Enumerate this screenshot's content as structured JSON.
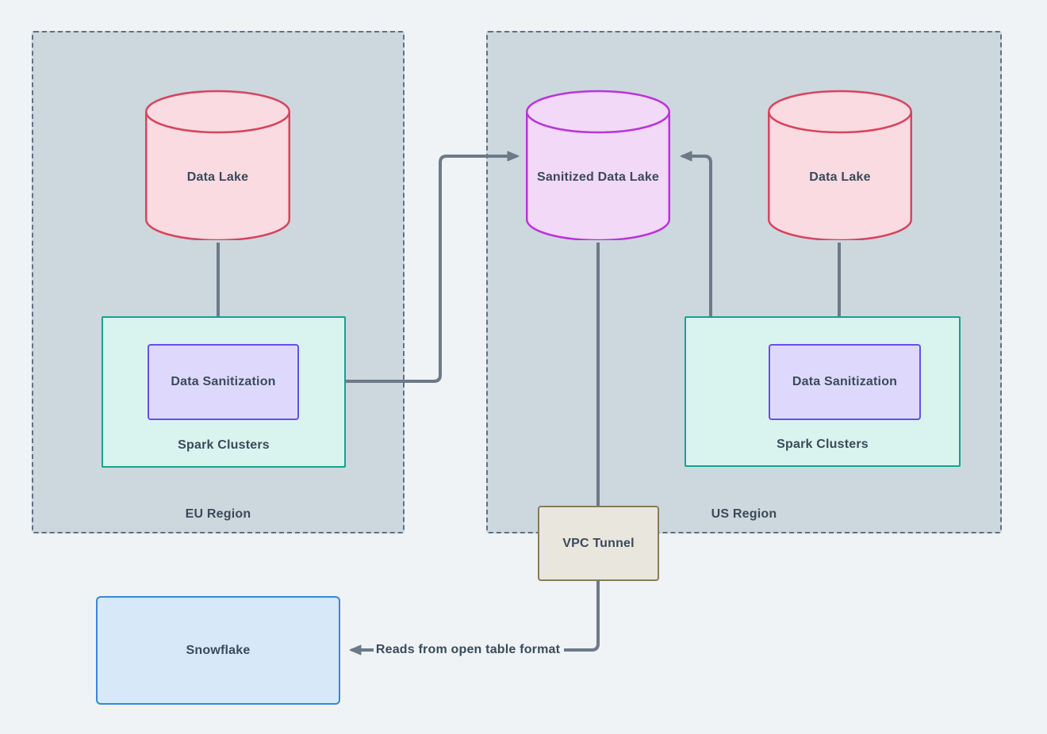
{
  "regions": {
    "eu": {
      "label": "EU Region"
    },
    "us": {
      "label": "US Region"
    }
  },
  "nodes": {
    "eu_data_lake": "Data Lake",
    "eu_data_sanitization": "Data Sanitization",
    "eu_spark_clusters": "Spark Clusters",
    "sanitized_data_lake": "Sanitized Data Lake",
    "us_data_lake": "Data Lake",
    "us_data_sanitization": "Data Sanitization",
    "us_spark_clusters": "Spark Clusters",
    "vpc_tunnel": "VPC Tunnel",
    "snowflake": "Snowflake"
  },
  "edges": {
    "reads_label": "Reads from open table format",
    "connections": [
      {
        "from": "eu_data_lake",
        "to": "eu_data_sanitization"
      },
      {
        "from": "eu_data_sanitization",
        "to": "sanitized_data_lake"
      },
      {
        "from": "us_data_lake",
        "to": "us_data_sanitization"
      },
      {
        "from": "us_data_sanitization",
        "to": "sanitized_data_lake"
      },
      {
        "from": "sanitized_data_lake",
        "to": "vpc_tunnel"
      },
      {
        "from": "vpc_tunnel",
        "to": "snowflake",
        "label": "Reads from open table format"
      }
    ]
  },
  "colors": {
    "page-bg": "#eff3f6",
    "region-fill": "#cdd7de",
    "region-stroke": "#5e7182",
    "arrow": "#6c7a88",
    "text": "#3b4a5b",
    "cyl-red-fill": "#f9dbe1",
    "cyl-red-stroke": "#d6455f",
    "cyl-magenta-fill": "#f1d9f7",
    "cyl-magenta-stroke": "#bb34da",
    "spark-fill": "#d9f4ef",
    "spark-stroke": "#14a392",
    "san-fill": "#ded9fc",
    "san-stroke": "#6550e8",
    "vpc-fill": "#e9e6dd",
    "vpc-stroke": "#8a7c55",
    "snow-fill": "#d7e8f9",
    "snow-stroke": "#3a86d8"
  }
}
